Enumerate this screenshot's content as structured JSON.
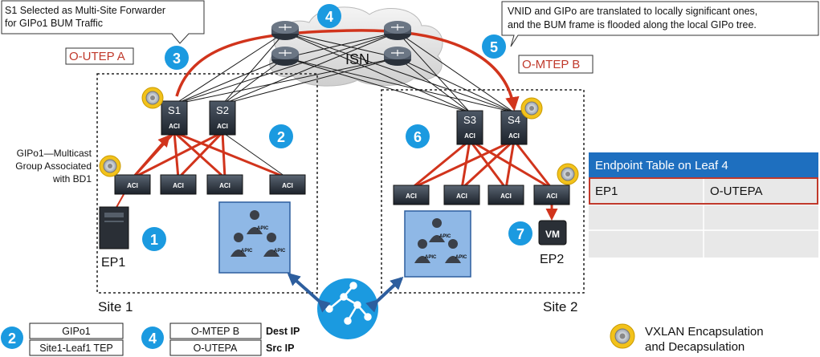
{
  "callouts": {
    "left_line1": "S1 Selected as Multi-Site Forwarder",
    "left_line2": "for GIPo1 BUM Traffic",
    "right_line1": "VNID and GIPo are translated to locally significant ones,",
    "right_line2": "and the BUM frame is flooded along the local GIPo tree."
  },
  "labels": {
    "outep_a": "O-UTEP A",
    "omtep_b": "O-MTEP B",
    "isn": "ISN",
    "s1": "S1",
    "s2": "S2",
    "s3": "S3",
    "s4": "S4",
    "aci": "ACI",
    "apic": "APIC",
    "gipo_line1": "GIPo1—Multicast",
    "gipo_line2": "Group Associated",
    "gipo_line3": "with BD1",
    "ep1": "EP1",
    "ep2": "EP2",
    "vm": "VM",
    "site1": "Site 1",
    "site2": "Site 2"
  },
  "steps": [
    "1",
    "2",
    "3",
    "4",
    "5",
    "6",
    "7"
  ],
  "endpoint_table": {
    "title": "Endpoint Table on Leaf 4",
    "rows": [
      [
        "EP1",
        "O-UTEPA"
      ],
      [
        "",
        ""
      ],
      [
        "",
        ""
      ]
    ]
  },
  "legend": {
    "step2": "2",
    "step2_header1": "GIPo1",
    "step2_header2": "Site1-Leaf1 TEP",
    "step4": "4",
    "step4_dest": "O-MTEP B",
    "step4_src": "O-UTEPA",
    "dest_label": "Dest IP",
    "src_label": "Src IP",
    "vxlan_line1": "VXLAN Encapsulation",
    "vxlan_line2": "and Decapsulation"
  },
  "colors": {
    "accent_red": "#d1341c",
    "step_blue": "#1b9ae0",
    "table_header": "#1e6fbf",
    "site_border": "#222222",
    "gear": "#f2c21b"
  },
  "icons": [
    "router-icon",
    "spine-switch-icon",
    "leaf-switch-icon",
    "gear-icon",
    "apic-controller-icon",
    "server-icon",
    "vm-icon",
    "orchestrator-icon",
    "cloud-icon"
  ]
}
